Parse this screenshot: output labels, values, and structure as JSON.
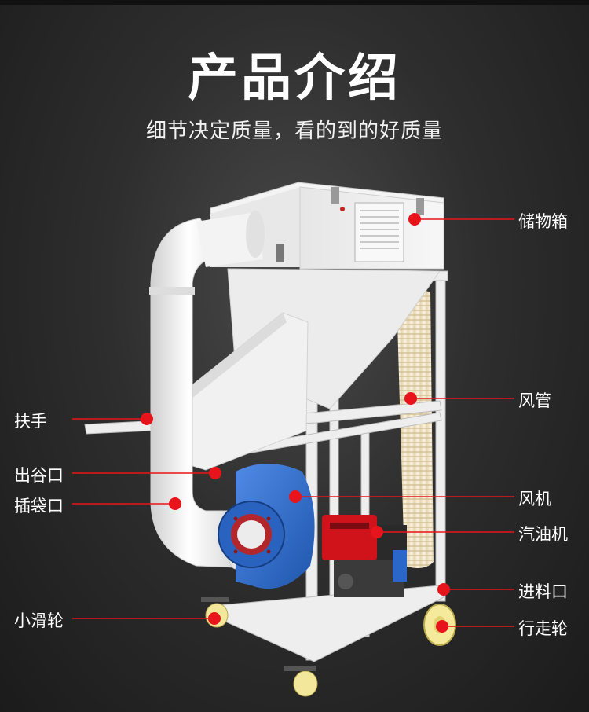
{
  "header": {
    "title": "产品介绍",
    "subtitle": "细节决定质量，看的到的好质量"
  },
  "callouts": {
    "storage_box": "储物箱",
    "air_duct": "风管",
    "fan": "风机",
    "gasoline_engine": "汽油机",
    "feed_inlet": "进料口",
    "walking_wheel": "行走轮",
    "handle": "扶手",
    "grain_outlet": "出谷口",
    "bag_port": "插袋口",
    "small_pulley": "小滑轮"
  },
  "colors": {
    "callout_dot": "#e8141b",
    "callout_line": "#e8141b",
    "fan_blue": "#2f6fd1",
    "engine_red": "#d0121b"
  }
}
